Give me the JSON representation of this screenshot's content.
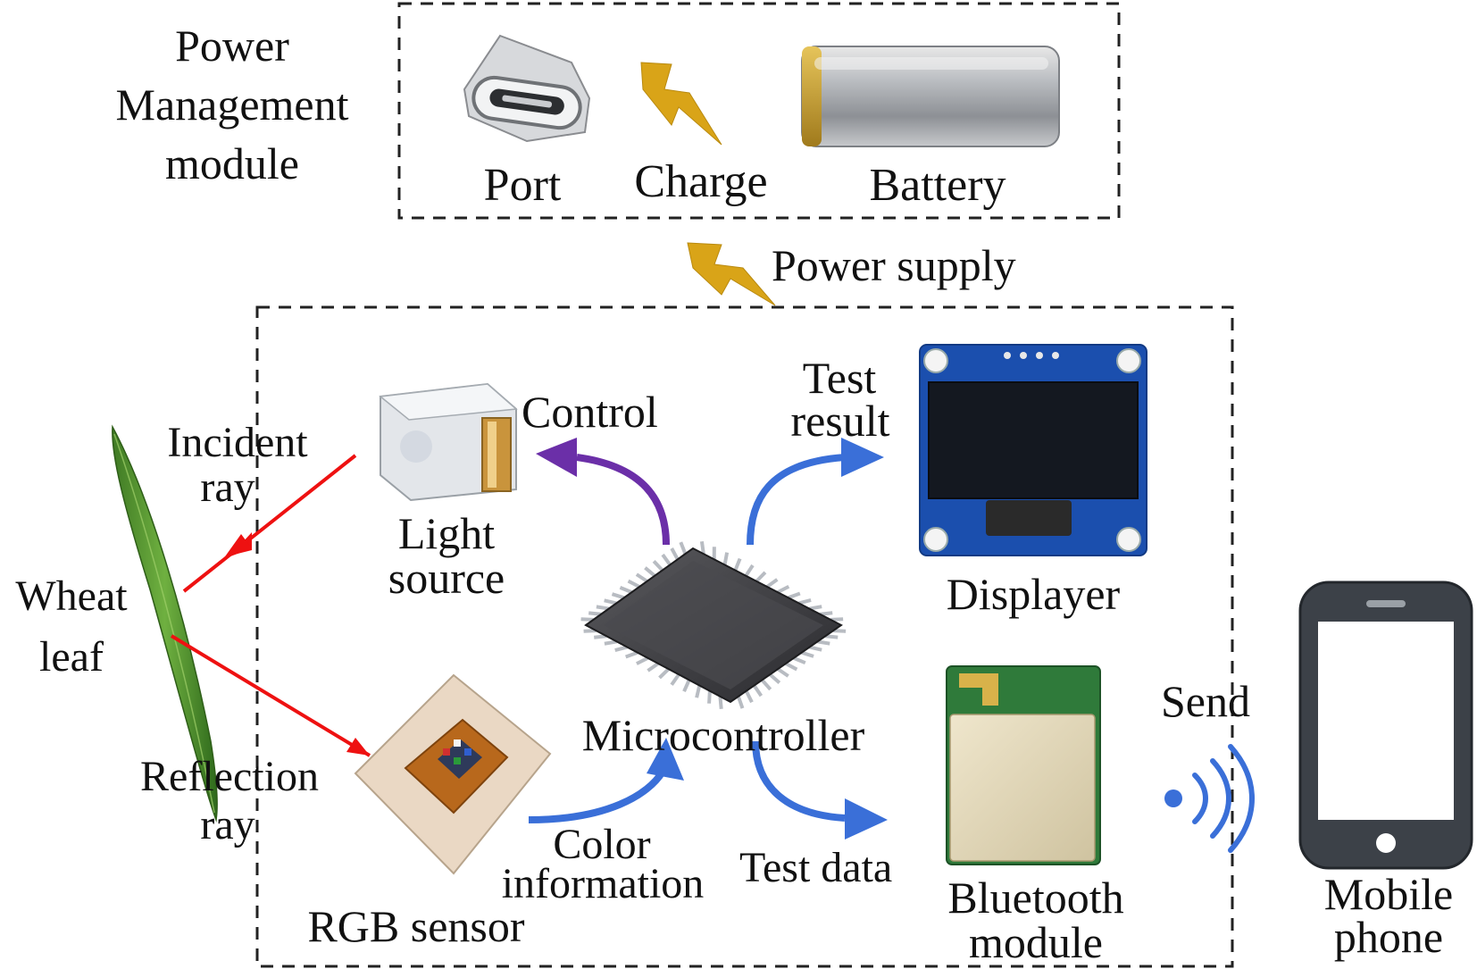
{
  "power_management": {
    "title_line1": "Power",
    "title_line2": "Management",
    "title_line3": "module",
    "port_label": "Port",
    "charge_label": "Charge",
    "battery_label": "Battery"
  },
  "power_supply_label": "Power supply",
  "leaf": {
    "line1": "Wheat",
    "line2": "leaf",
    "incident_line1": "Incident",
    "incident_line2": "ray",
    "reflection_line1": "Reflection",
    "reflection_line2": "ray"
  },
  "device": {
    "light_source_line1": "Light",
    "light_source_line2": "source",
    "control_label": "Control",
    "test_result_line1": "Test",
    "test_result_line2": "result",
    "displayer_label": "Displayer",
    "microcontroller_label": "Microcontroller",
    "rgb_sensor_label": "RGB sensor",
    "color_info_line1": "Color",
    "color_info_line2": "information",
    "test_data_label": "Test data",
    "bluetooth_line1": "Bluetooth",
    "bluetooth_line2": "module"
  },
  "send_label": "Send",
  "phone": {
    "line1": "Mobile",
    "line2": "phone"
  },
  "colors": {
    "ray_red": "#ee1111",
    "blue_arrow": "#3a6fd8",
    "purple_arrow": "#6b2fa8",
    "lightning": "#d9a418",
    "leaf_green": "#4f8f2e",
    "pcb_blue": "#1b4fae",
    "dashed_border": "#222222"
  },
  "icons": [
    "usb-c-port-icon",
    "lightning-icon",
    "battery-icon",
    "led-light-icon",
    "microcontroller-chip-icon",
    "oled-display-icon",
    "rgb-sensor-icon",
    "bluetooth-module-icon",
    "wireless-signal-icon",
    "smartphone-icon",
    "wheat-leaf-icon"
  ]
}
